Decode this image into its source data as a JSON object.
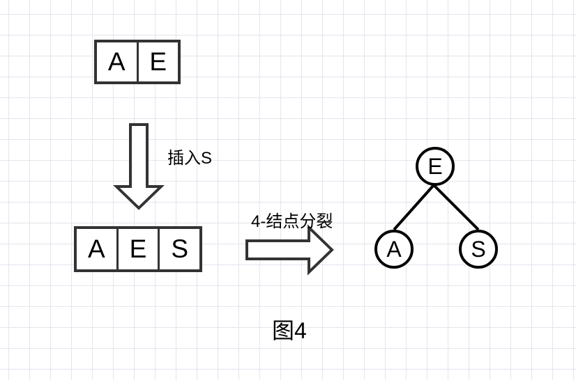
{
  "top_box": {
    "keys": [
      "A",
      "E"
    ]
  },
  "insert_label": "插入S",
  "bottom_box": {
    "keys": [
      "A",
      "E",
      "S"
    ]
  },
  "split_label": "4-结点分裂",
  "tree": {
    "root": "E",
    "left": "A",
    "right": "S"
  },
  "caption": "图4",
  "colors": {
    "stroke": "#333333",
    "tree_stroke": "#000000",
    "grid": "#e4e4ee"
  }
}
